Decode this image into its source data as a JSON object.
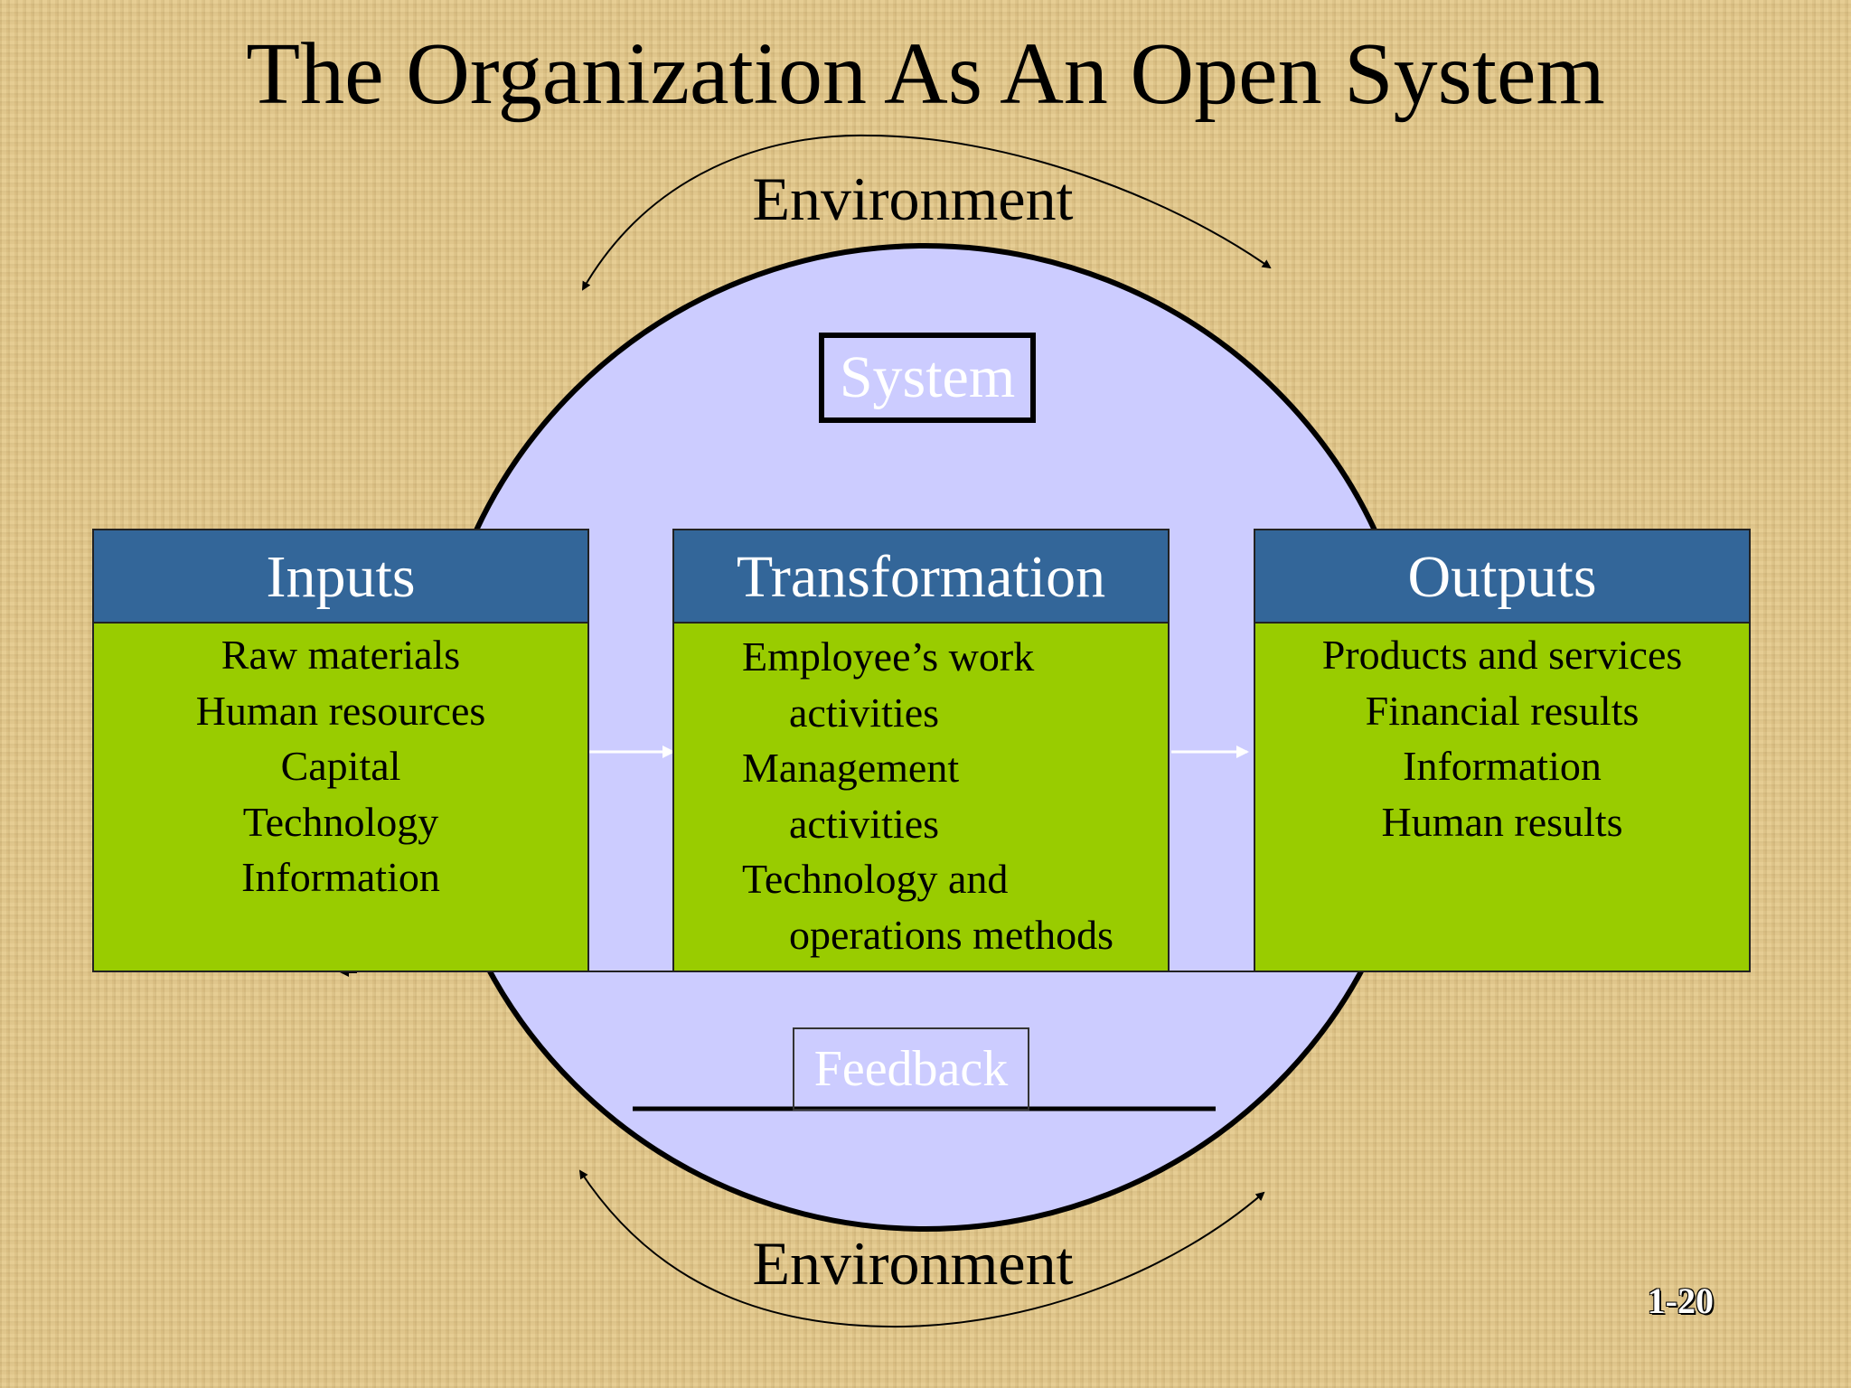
{
  "title": "The Organization As An Open System",
  "environment_top": "Environment",
  "environment_bottom": "Environment",
  "system_label": "System",
  "feedback_label": "Feedback",
  "inputs": {
    "heading": "Inputs",
    "items": [
      "Raw materials",
      "Human resources",
      "Capital",
      "Technology",
      "Information"
    ]
  },
  "transformation": {
    "heading": "Transformation",
    "items": [
      {
        "line1": "Employee’s work",
        "line2": "activities"
      },
      {
        "line1": "Management",
        "line2": "activities"
      },
      {
        "line1": "Technology and",
        "line2": "operations methods"
      }
    ]
  },
  "outputs": {
    "heading": "Outputs",
    "items": [
      "Products and services",
      "Financial results",
      "Information",
      "Human results"
    ]
  },
  "page_number": "1-20",
  "colors": {
    "background": "#e3c98d",
    "system_circle": "#ccccff",
    "panel_header": "#336699",
    "panel_body": "#99cc00"
  }
}
